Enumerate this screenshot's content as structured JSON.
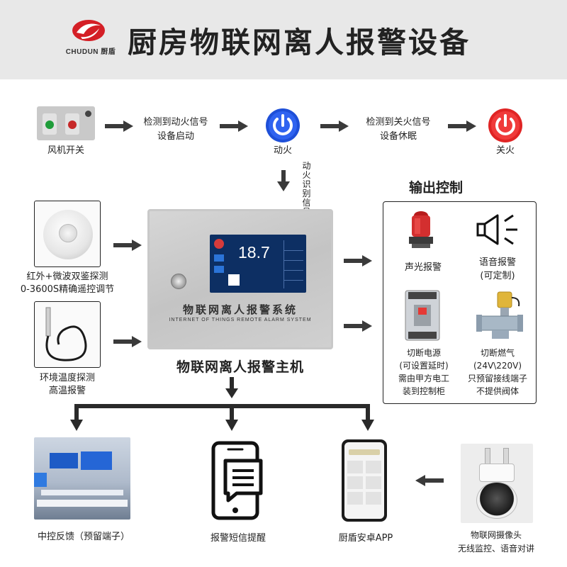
{
  "header": {
    "title": "厨房物联网离人报警设备",
    "logo_text": "CHUDUN 厨盾"
  },
  "flow": {
    "fan_switch_label": "风机开关",
    "ignite_detect_line1": "检测到动火信号",
    "ignite_detect_line2": "设备启动",
    "ignite_label": "动火",
    "off_detect_line1": "检测到关火信号",
    "off_detect_line2": "设备休眠",
    "off_label": "关火",
    "fire_signal_label": "动火识别信号"
  },
  "inputs": {
    "pir_line1": "红外+微波双鉴探测",
    "pir_line2": "0-3600S精确遥控调节",
    "temp_line1": "环境温度探测",
    "temp_line2": "高温报警"
  },
  "main": {
    "screen_value": "18.7",
    "panel_name": "物联网离人报警系统",
    "panel_name_en": "INTERNET OF THINGS REMOTE ALARM SYSTEM",
    "caption": "物联网离人报警主机"
  },
  "output": {
    "title": "输出控制",
    "light_alarm": "声光报警",
    "voice_alarm_line1": "语音报警",
    "voice_alarm_line2": "(可定制)",
    "power_cut_line1": "切断电源",
    "power_cut_line2": "(可设置延时)",
    "power_cut_line3": "需由甲方电工",
    "power_cut_line4": "装到控制柜",
    "gas_cut_line1": "切断燃气",
    "gas_cut_line2": "(24V\\220V)",
    "gas_cut_line3": "只预留接线端子",
    "gas_cut_line4": "不提供阀体"
  },
  "bottom": {
    "control_center": "中控反馈（预留端子）",
    "sms": "报警短信提醒",
    "app": "厨盾安卓APP",
    "camera_line1": "物联网摄像头",
    "camera_line2": "无线监控、语音对讲"
  },
  "colors": {
    "ignite_blue": "#1e4fd8",
    "off_red": "#e02424",
    "arrow": "#3a3a3a",
    "screen": "#0d2f63",
    "header_bg": "#e8e8e8"
  },
  "icons": [
    "power-on-icon",
    "power-off-icon",
    "phone-sms-icon",
    "alarm-light-icon",
    "speaker-icon"
  ]
}
